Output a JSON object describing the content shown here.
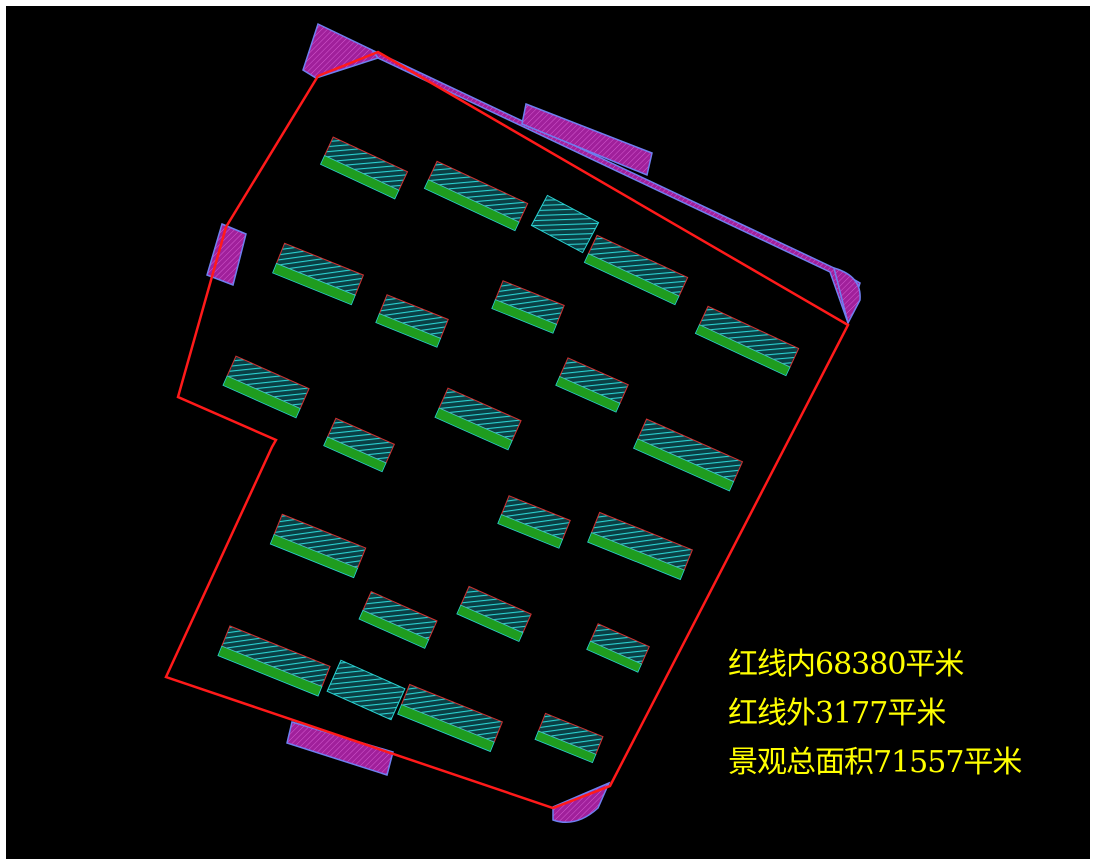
{
  "colors": {
    "background": "#000000",
    "frame": "#ffffff",
    "red_line": "#ff1a1a",
    "outer_landscape": "#a0209b",
    "outer_outline": "#6f7ff0",
    "building_hatch": "#2ad0d0",
    "building_base": "#1f9c1f",
    "building_edge": "#d23030",
    "text": "#ffff00"
  },
  "legend": {
    "inside_area": "红线内68380平米",
    "outside_area": "红线外3177平米",
    "total_area": "景观总面积71557平米"
  }
}
